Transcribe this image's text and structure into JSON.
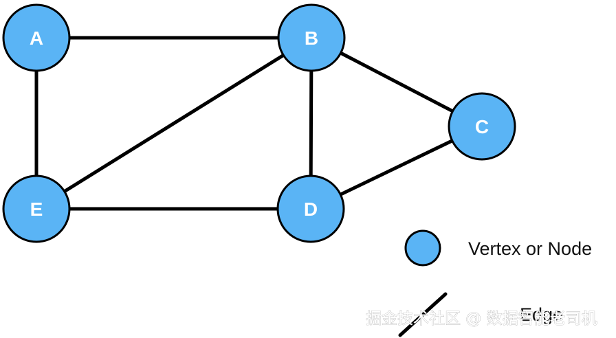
{
  "diagram": {
    "nodes": [
      {
        "id": "A",
        "label": "A"
      },
      {
        "id": "B",
        "label": "B"
      },
      {
        "id": "C",
        "label": "C"
      },
      {
        "id": "D",
        "label": "D"
      },
      {
        "id": "E",
        "label": "E"
      }
    ],
    "edges": [
      {
        "from": "A",
        "to": "B"
      },
      {
        "from": "A",
        "to": "E"
      },
      {
        "from": "E",
        "to": "B"
      },
      {
        "from": "E",
        "to": "D"
      },
      {
        "from": "B",
        "to": "D"
      },
      {
        "from": "B",
        "to": "C"
      },
      {
        "from": "D",
        "to": "C"
      }
    ],
    "colors": {
      "node_fill": "#5ab4f5",
      "stroke": "#000000"
    }
  },
  "legend": {
    "vertex_label": "Vertex or Node",
    "edge_label": "Edge"
  },
  "watermark": {
    "text": "掘金技术社区 @ 数据智能老司机"
  }
}
